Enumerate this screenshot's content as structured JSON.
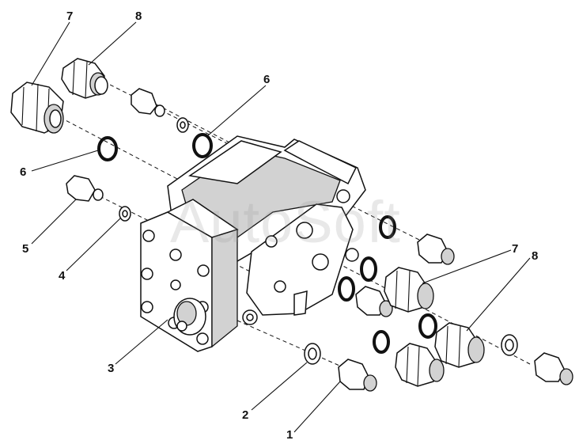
{
  "diagram": {
    "watermark": "AutoSoft",
    "callouts": [
      {
        "id": "c7a",
        "label": "7"
      },
      {
        "id": "c8a",
        "label": "8"
      },
      {
        "id": "c6a",
        "label": "6"
      },
      {
        "id": "c6b",
        "label": "6"
      },
      {
        "id": "c5",
        "label": "5"
      },
      {
        "id": "c4",
        "label": "4"
      },
      {
        "id": "c3",
        "label": "3"
      },
      {
        "id": "c2",
        "label": "2"
      },
      {
        "id": "c1",
        "label": "1"
      },
      {
        "id": "c7b",
        "label": "7"
      },
      {
        "id": "c8b",
        "label": "8"
      }
    ]
  }
}
